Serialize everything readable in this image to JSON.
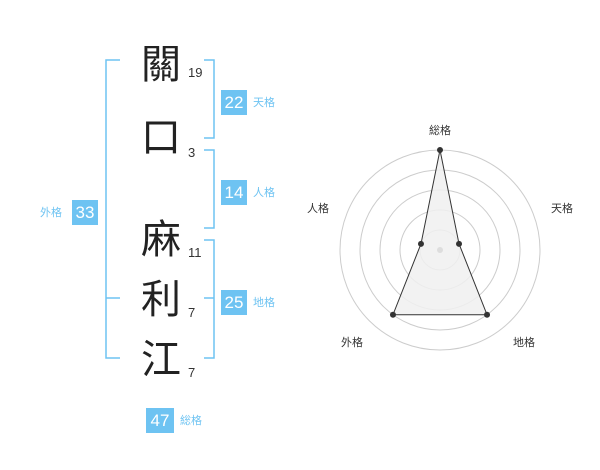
{
  "name_chars": [
    {
      "char": "關",
      "strokes": "19"
    },
    {
      "char": "口",
      "strokes": "3"
    },
    {
      "char": "麻",
      "strokes": "11"
    },
    {
      "char": "利",
      "strokes": "7"
    },
    {
      "char": "江",
      "strokes": "7"
    }
  ],
  "kaku": {
    "tenkaku": {
      "value": "22",
      "label": "天格"
    },
    "jinkaku": {
      "value": "14",
      "label": "人格"
    },
    "chikaku": {
      "value": "25",
      "label": "地格"
    },
    "gaikaku": {
      "value": "33",
      "label": "外格"
    },
    "soukaku": {
      "value": "47",
      "label": "総格"
    }
  },
  "radar": {
    "labels": [
      "総格",
      "天格",
      "地格",
      "外格",
      "人格"
    ],
    "rings": 5,
    "values": [
      5,
      1,
      4,
      4,
      1
    ],
    "colors": {
      "ring": "#cccccc",
      "fill": "#f0f0f0",
      "line": "#333333",
      "center": "#dddddd"
    }
  },
  "colors": {
    "accent": "#6ec3f2"
  }
}
